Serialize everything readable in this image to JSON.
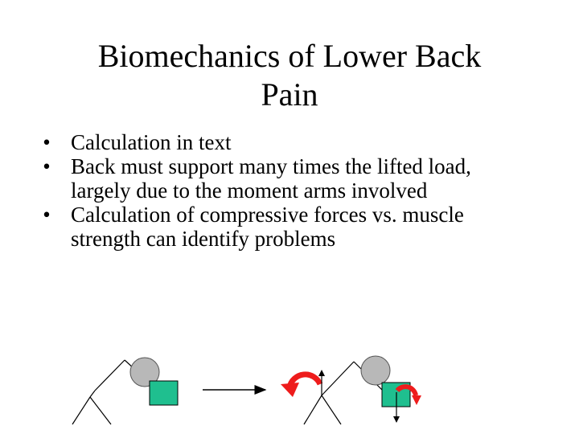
{
  "slide": {
    "title_lines": [
      "Biomechanics of Lower Back",
      "Pain"
    ],
    "bullets": [
      "Calculation in text",
      "Back must support many times the lifted load, largely due to the moment arms involved",
      "Calculation of compressive forces vs. muscle strength can identify problems"
    ],
    "bullet_glyph": "•"
  },
  "diagram": {
    "head_color": "#b8b8b8",
    "box_color": "#1fbf8f",
    "moment_arrow_color": "#ee1c1c",
    "line_color": "#000000"
  }
}
